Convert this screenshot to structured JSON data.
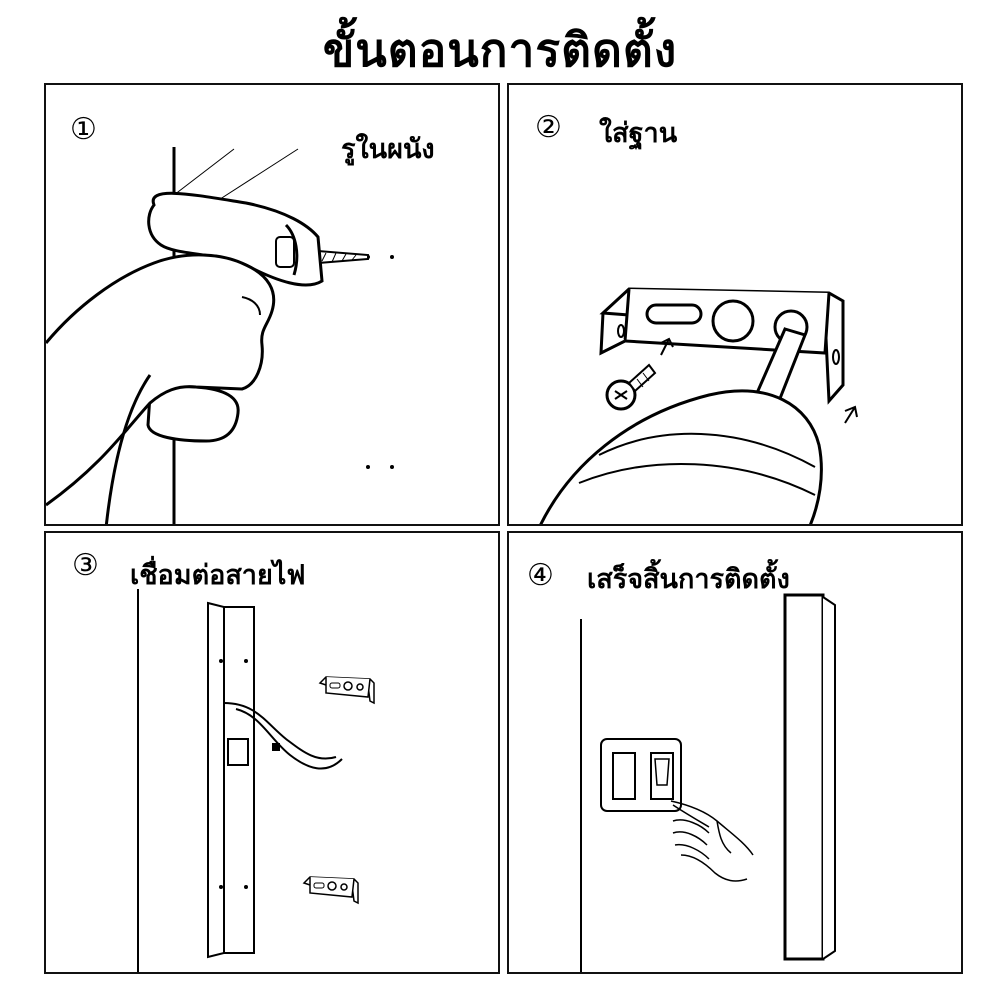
{
  "title": "ขั้นตอนการติดตั้ง",
  "steps": [
    {
      "number": "①",
      "label": "รูในผนัง"
    },
    {
      "number": "②",
      "label": "ใส่ฐาน"
    },
    {
      "number": "③",
      "label": "เชื่อมต่อสายไฟ"
    },
    {
      "number": "④",
      "label": "เสร็จสิ้นการติดตั้ง"
    }
  ]
}
